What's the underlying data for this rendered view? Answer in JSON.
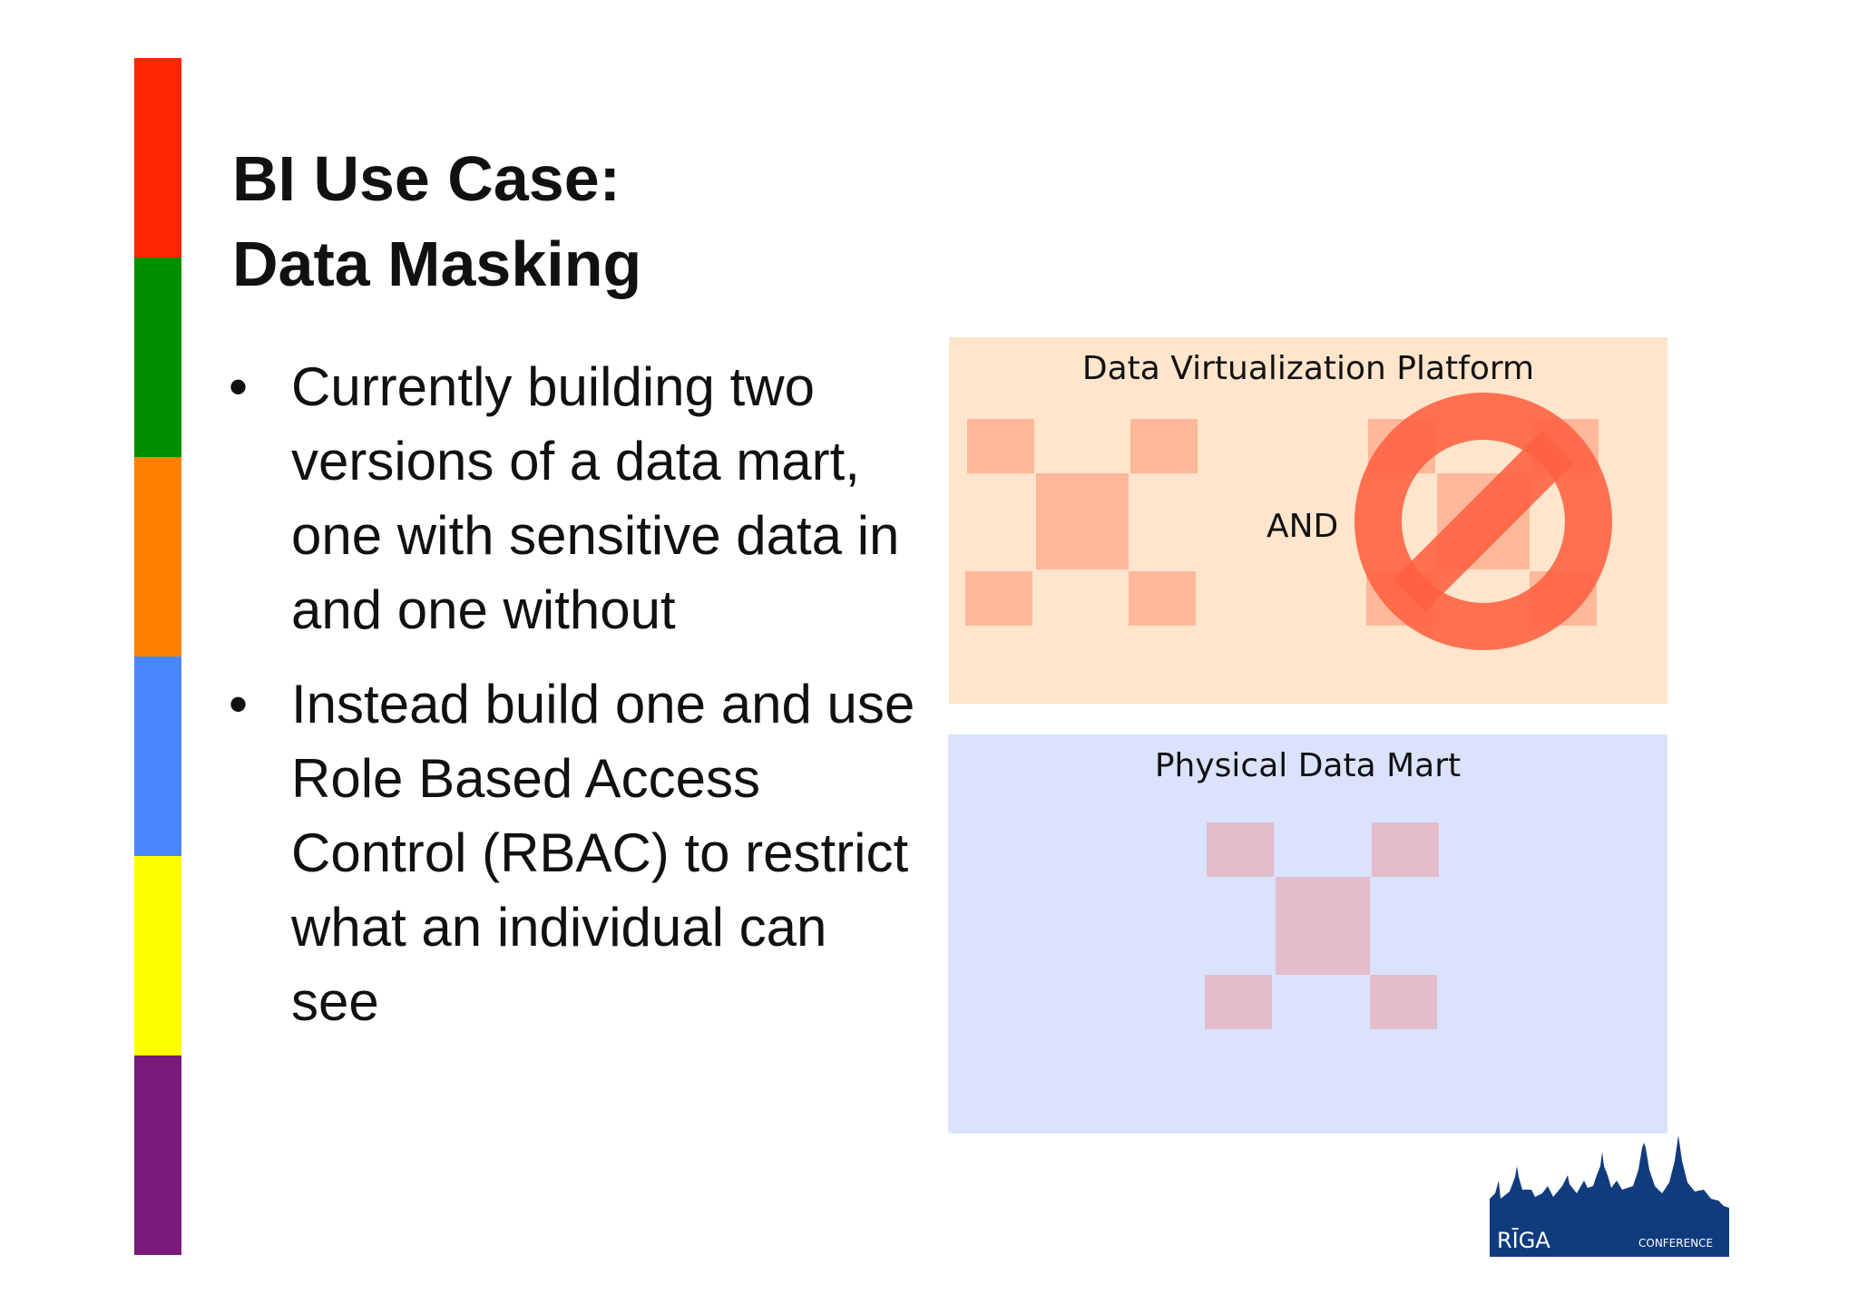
{
  "slide": {
    "title_lines": [
      "BI Use Case:",
      "Data Masking"
    ],
    "bullets": [
      "Currently building two versions of a data mart, one with sensitive data in and one without",
      "Instead build one and use Role Based Access Control (RBAC) to restrict what an individual can see"
    ],
    "bullet_symbol": "•"
  },
  "stripe_colors": [
    "#FF2600",
    "#008F00",
    "#FF7F00",
    "#4A86FF",
    "#FFFF00",
    "#7A1A7A"
  ],
  "diagram": {
    "virtualization_panel": {
      "label": "Data Virtualization Platform",
      "background": "#FFE5CC",
      "square_color": "#FFB89A"
    },
    "connector_text": "AND",
    "prohibited_icon": "no-entry-icon",
    "prohibited_color": "#FF6040",
    "physical_panel": {
      "label": "Physical Data Mart",
      "background": "#DAE3FB",
      "square_color": "#E3BDCC"
    }
  },
  "logo": {
    "text_left": "RĪGA",
    "text_right": "CONFERENCE",
    "color": "#103B7E"
  }
}
